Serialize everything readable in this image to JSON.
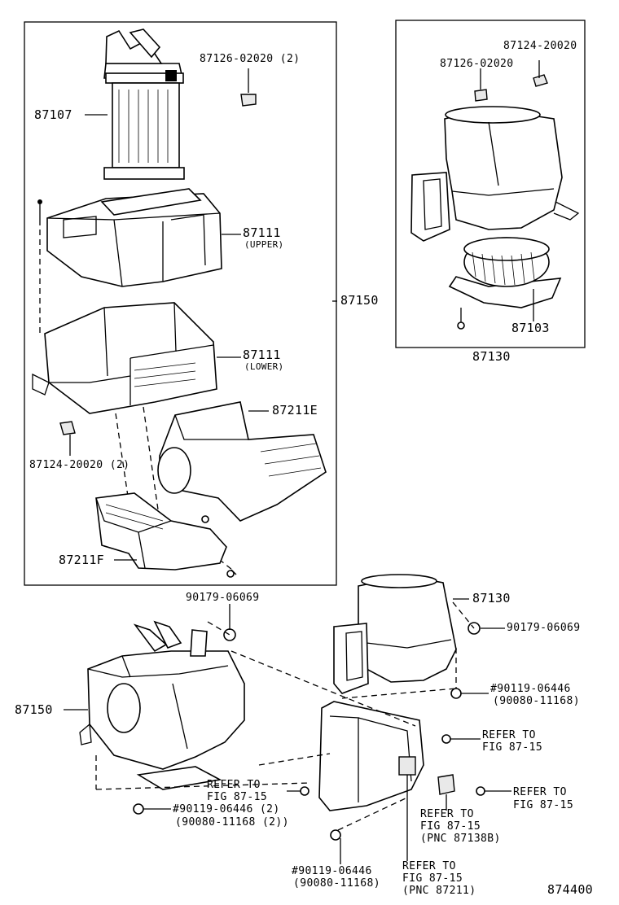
{
  "labels": {
    "p87126_top": "87126-02020 (2)",
    "p87107": "87107",
    "p87111_upper": "87111",
    "upper_note": "(UPPER)",
    "p87150_right": "87150",
    "p87111_lower": "87111",
    "lower_note": "(LOWER)",
    "p87211e": "87211E",
    "p87124_left": "87124-20020 (2)",
    "p87211f": "87211F",
    "p87124_box": "87124-20020",
    "p87126_box": "87126-02020",
    "p87103": "87103",
    "p87130_box": "87130",
    "p90179_top": "90179-06069",
    "p87130_lower": "87130",
    "p90179_right": "90179-06069",
    "p90119_right": "#90119-06446",
    "p90080_right": "(90080-11168)",
    "p87150_left": "87150",
    "refer_a1": "REFER TO",
    "refer_a2": "FIG 87-15",
    "refer_b1": "REFER TO",
    "refer_b2": "FIG 87-15",
    "refer_c1": "REFER TO",
    "refer_c2": "FIG 87-15",
    "p90119_left": "#90119-06446 (2)",
    "p90080_left": "(90080-11168 (2))",
    "refer_d1": "REFER TO",
    "refer_d2": "FIG 87-15",
    "refer_d3": "(PNC 87138B)",
    "p90119_bottom": "#90119-06446",
    "p90080_bottom": "(90080-11168)",
    "refer_e1": "REFER TO",
    "refer_e2": "FIG 87-15",
    "refer_e3": "(PNC 87211)",
    "figure_number": "874400"
  }
}
